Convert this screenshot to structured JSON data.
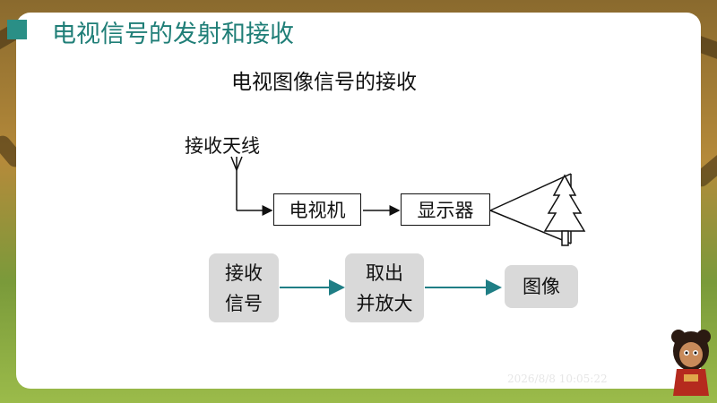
{
  "header": {
    "title": "电视信号的发射和接收"
  },
  "diagram": {
    "subtitle": "电视图像信号的接收",
    "antenna_label": "接收天线",
    "box_tv": "电视机",
    "box_display": "显示器"
  },
  "flow": {
    "step1_line1": "接收",
    "step1_line2": "信号",
    "step2_line1": "取出",
    "step2_line2": "并放大",
    "step3": "图像"
  },
  "footer": {
    "timestamp": "2026/8/8 10:05:22"
  },
  "colors": {
    "accent": "#1f7e77",
    "arrow": "#1f7e85",
    "pill": "#d9d9d9"
  }
}
